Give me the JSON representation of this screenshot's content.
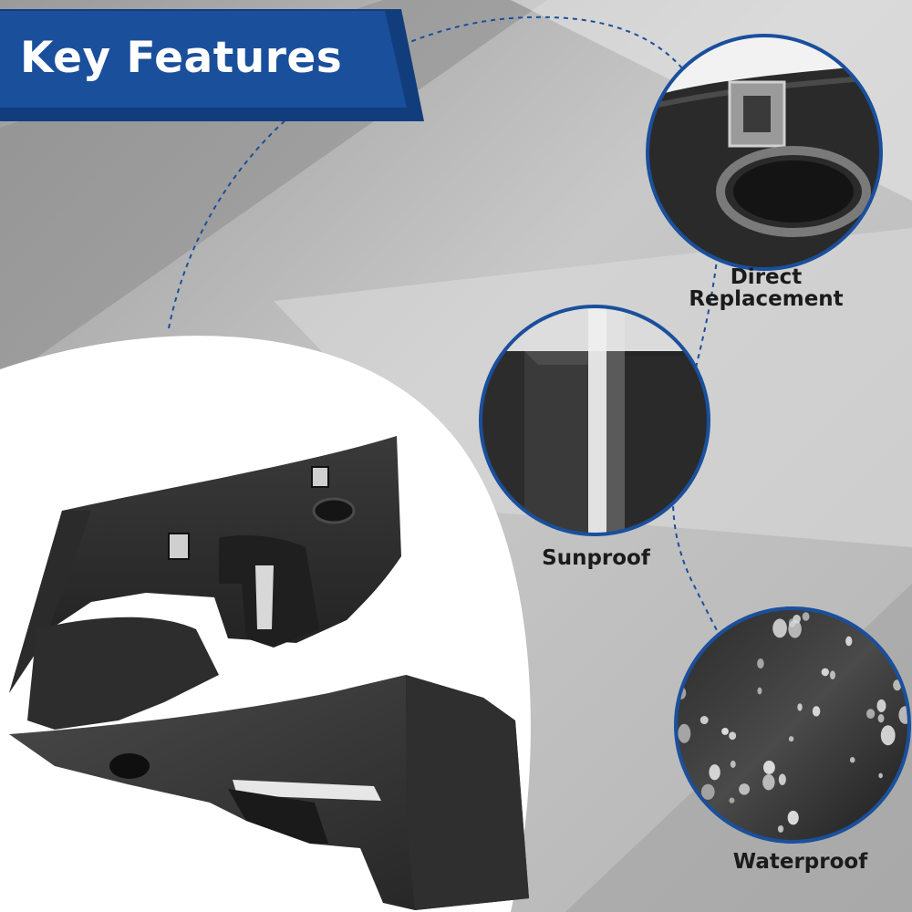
{
  "header": {
    "title": "Key Features",
    "accent_color": "#1a4f9c",
    "accent_dark": "#123d7c"
  },
  "features": [
    {
      "label_line1": "Direct",
      "label_line2": "Replacement",
      "image_icon": "clip-closeup-image"
    },
    {
      "label_line1": "Sunproof",
      "label_line2": "",
      "image_icon": "edge-closeup-image"
    },
    {
      "label_line1": "Waterproof",
      "label_line2": "",
      "image_icon": "water-droplets-image"
    }
  ],
  "product": {
    "image_icon": "cowl-trim-pair-image"
  }
}
